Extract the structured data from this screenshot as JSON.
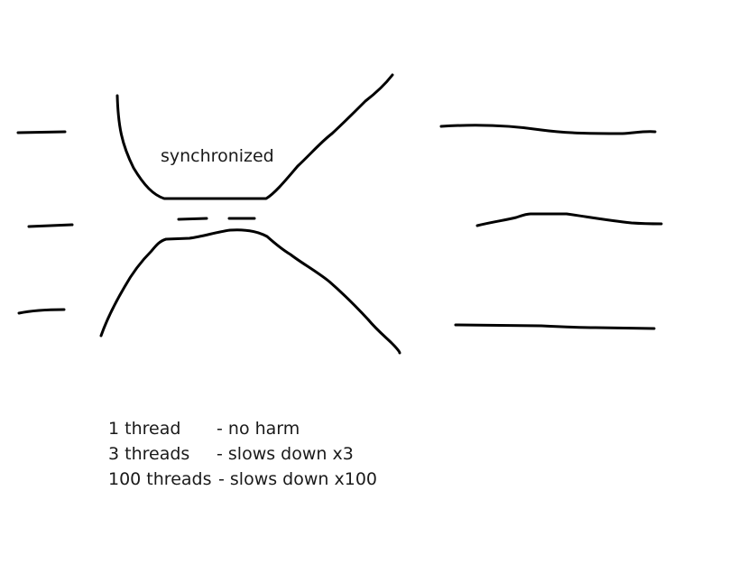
{
  "diagram": {
    "bottleneck_label": "synchronized",
    "stroke_color": "#000000",
    "legend": [
      {
        "threads": "1 thread",
        "effect": "- no harm"
      },
      {
        "threads": "3 threads",
        "effect": "- slows down x3"
      },
      {
        "threads": "100 threads",
        "effect": "- slows down x100"
      }
    ]
  }
}
